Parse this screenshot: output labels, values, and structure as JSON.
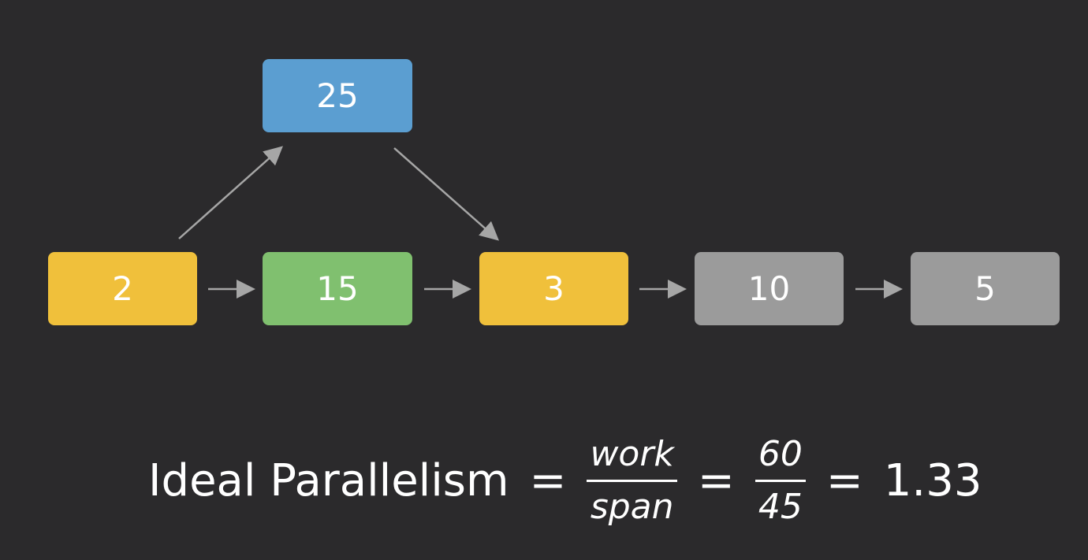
{
  "nodes": {
    "top": {
      "value": "25",
      "color": "#5b9ed1"
    },
    "a": {
      "value": "2",
      "color": "#f0c03b"
    },
    "b": {
      "value": "15",
      "color": "#80c06f"
    },
    "c": {
      "value": "3",
      "color": "#f0c03b"
    },
    "d": {
      "value": "10",
      "color": "#9b9b9b"
    },
    "e": {
      "value": "5",
      "color": "#9b9b9b"
    }
  },
  "arrow_color": "#a6a6a6",
  "formula": {
    "label": "Ideal Parallelism",
    "eq1": "=",
    "frac1_num": "work",
    "frac1_den": "span",
    "eq2": "=",
    "frac2_num": "60",
    "frac2_den": "45",
    "eq3": "=",
    "result": "1.33"
  }
}
